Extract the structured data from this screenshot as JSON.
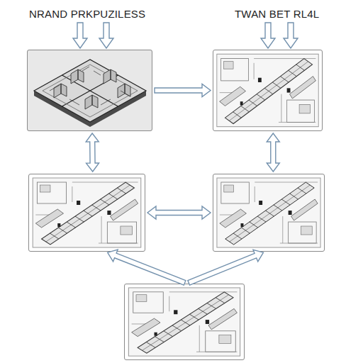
{
  "diagram": {
    "nodes": [
      {
        "text": [
          "NRAND PRKPUZILESS"
        ]
      },
      {
        "text": [
          "TWAN BET RL4L"
        ]
      },
      {
        "text": []
      },
      {
        "text": []
      },
      {
        "text": []
      }
    ],
    "edges": [
      {
        "from": 0,
        "to": 1,
        "arrow": "to"
      },
      {
        "from": 0,
        "to": 2,
        "arrow": "both"
      },
      {
        "from": 1,
        "to": 3,
        "arrow": "both"
      },
      {
        "from": 2,
        "to": 3,
        "arrow": "both"
      },
      {
        "from": 4,
        "to": 2,
        "arrow": "to"
      },
      {
        "from": 4,
        "to": 3,
        "arrow": "to"
      }
    ]
  }
}
